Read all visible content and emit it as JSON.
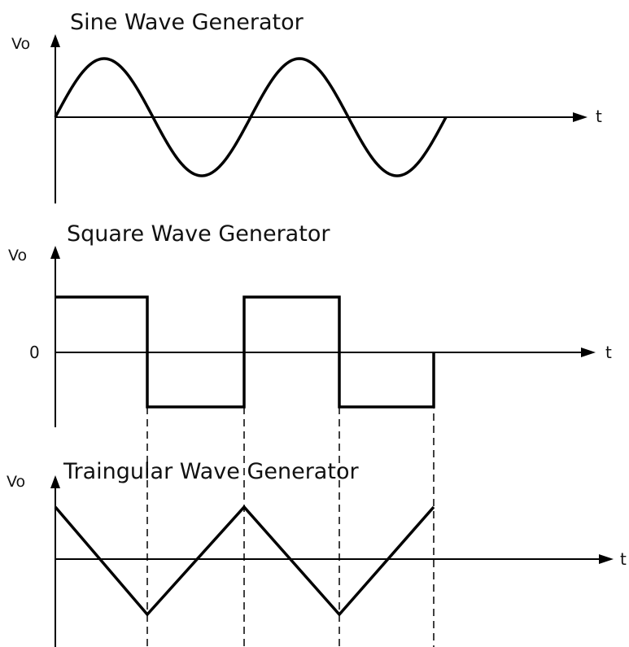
{
  "panels": [
    {
      "title": "Sine Wave Generator",
      "y_axis_label": "Vo",
      "x_axis_label": "t",
      "zero_label": "",
      "waveform": "sine",
      "cycles": 2
    },
    {
      "title": "Square Wave Generator",
      "y_axis_label": "Vo",
      "x_axis_label": "t",
      "zero_label": "0",
      "waveform": "square",
      "cycles": 2
    },
    {
      "title": "Traingular Wave Generator",
      "y_axis_label": "Vo",
      "x_axis_label": "t",
      "zero_label": "",
      "waveform": "triangle",
      "cycles": 2
    }
  ],
  "colors": {
    "stroke": "#000000",
    "background": "#ffffff"
  }
}
